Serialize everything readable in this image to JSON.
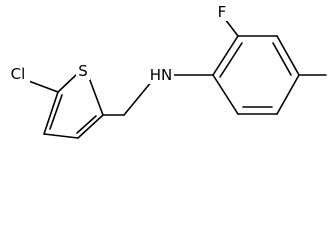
{
  "molecule": {
    "atoms": {
      "cl": {
        "label": "Cl",
        "color": "#000000"
      },
      "s": {
        "label": "S",
        "color": "#000000"
      },
      "nh": {
        "label": "HN",
        "color": "#000000"
      },
      "f": {
        "label": "F",
        "color": "#000000"
      }
    },
    "bond_color": "#000000",
    "background": "#ffffff"
  }
}
